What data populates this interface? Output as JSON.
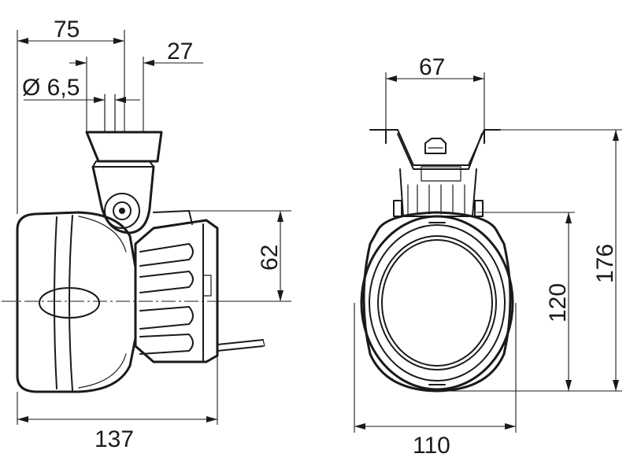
{
  "dimensions": {
    "side_top_width": "75",
    "side_connector_width": "27",
    "side_hole_diameter": "Ø 6,5",
    "side_height": "62",
    "side_total_length": "137",
    "front_bracket_width": "67",
    "front_total_height": "176",
    "front_lens_height": "120",
    "front_total_width": "110"
  },
  "colors": {
    "line": "#1a1a1a",
    "background": "#ffffff"
  }
}
